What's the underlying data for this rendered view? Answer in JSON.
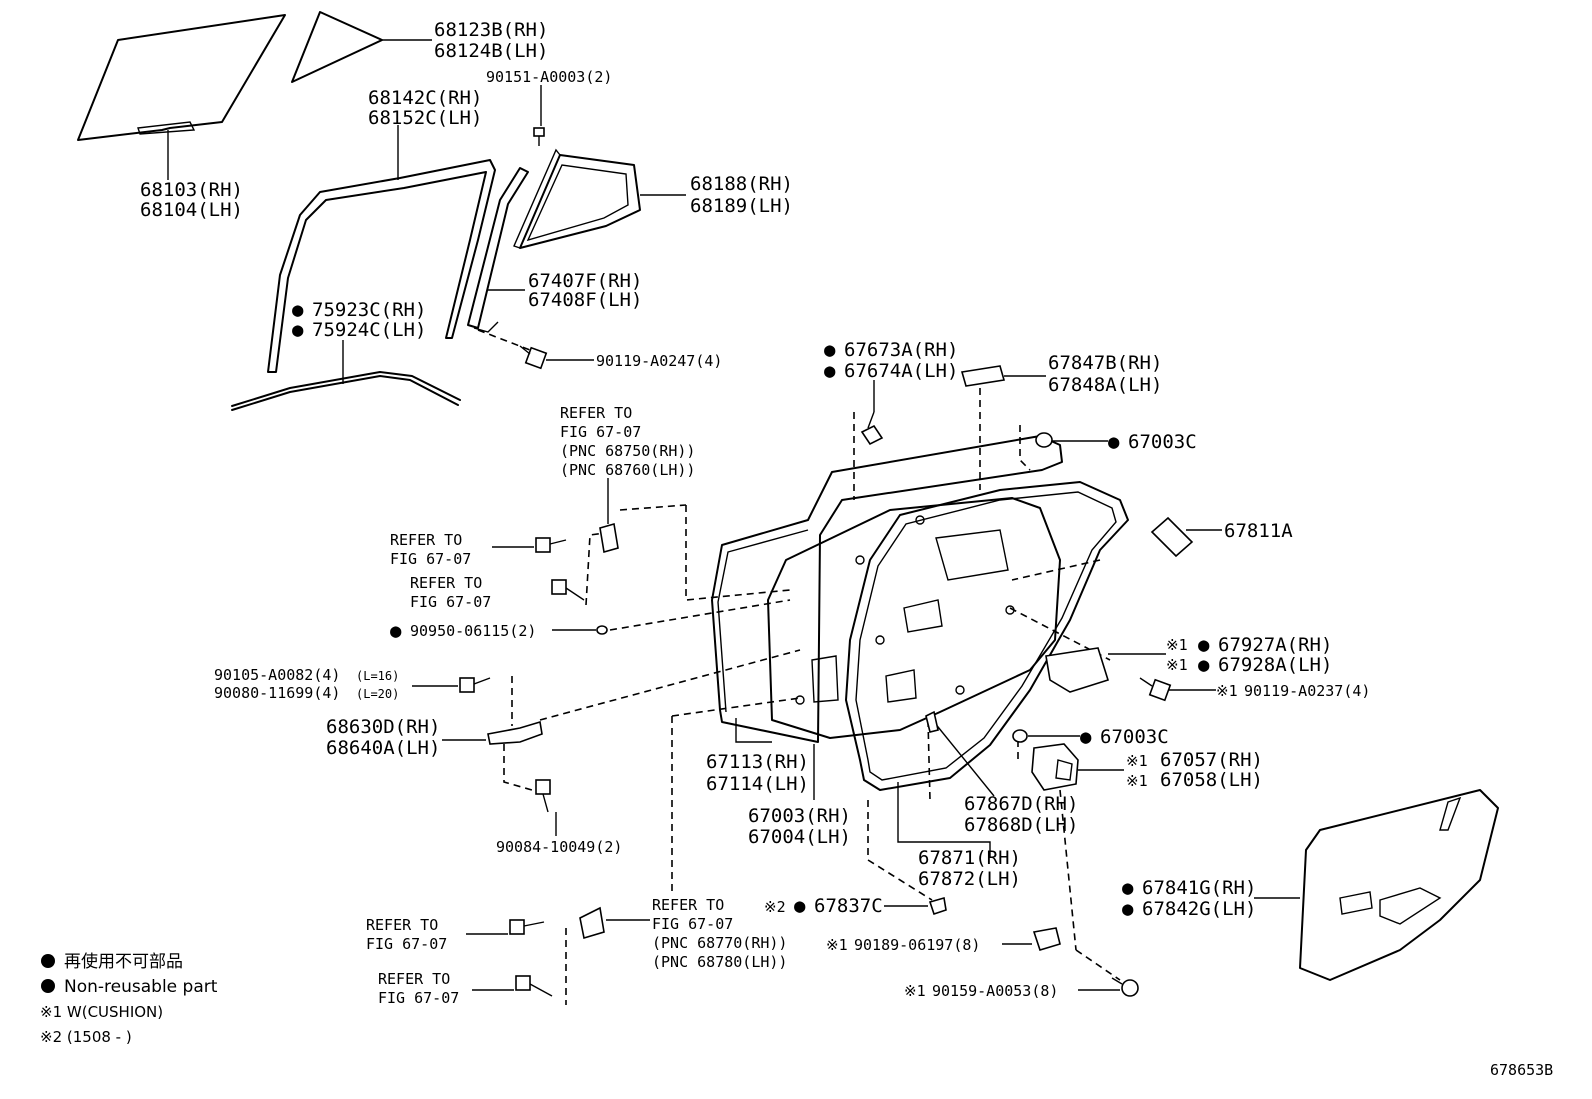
{
  "labels": {
    "p68123B": "68123B(RH)",
    "p68124B": "68124B(LH)",
    "p90151": "90151-A0003(2)",
    "p68142C": "68142C(RH)",
    "p68152C": "68152C(LH)",
    "p68103": "68103(RH)",
    "p68104": "68104(LH)",
    "p68188": "68188(RH)",
    "p68189": "68189(LH)",
    "p67407F": "67407F(RH)",
    "p67408F": "67408F(LH)",
    "p75923C": "75923C(RH)",
    "p75924C": "75924C(LH)",
    "p90119_0247": "90119-A0247(4)",
    "p67673A": "67673A(RH)",
    "p67674A": "67674A(LH)",
    "p67847B": "67847B(RH)",
    "p67848A": "67848A(LH)",
    "p67003C_top": "67003C",
    "p67811A": "67811A",
    "p67927A": "67927A(RH)",
    "p67928A": "67928A(LH)",
    "p90119_0237": "90119-A0237(4)",
    "p67003C_mid": "67003C",
    "p67057": "67057(RH)",
    "p67058": "67058(LH)",
    "p67867D": "67867D(RH)",
    "p67868D": "67868D(LH)",
    "p67871": "67871(RH)",
    "p67872": "67872(LH)",
    "p67113": "67113(RH)",
    "p67114": "67114(LH)",
    "p67003_rh": "67003(RH)",
    "p67004_lh": "67004(LH)",
    "p67837C": "67837C",
    "p90189": "90189-06197(8)",
    "p90159": "90159-A0053(8)",
    "p67841G": "67841G(RH)",
    "p67842G": "67842G(LH)",
    "p90950": "90950-06115(2)",
    "p90105": "90105-A0082(4)",
    "p90105_len": "(L=16)",
    "p90080": "90080-11699(4)",
    "p90080_len": "(L=20)",
    "p68630D": "68630D(RH)",
    "p68640A": "68640A(LH)",
    "p90084": "90084-10049(2)"
  },
  "markers": {
    "nonreusable": "●",
    "note1": "※1",
    "note2": "※2"
  },
  "refer_notes": {
    "refer_to": "REFER TO",
    "fig": "FIG 67-07",
    "pnc_68750": "(PNC 68750(RH))",
    "pnc_68760": "(PNC 68760(LH))",
    "pnc_68770": "(PNC 68770(RH))",
    "pnc_68780": "(PNC 68780(LH))"
  },
  "legend": {
    "jp_label": "再使用不可部品",
    "en_label": "Non-reusable part",
    "note1_text": "※1 W(CUSHION)",
    "note2_text": "※2 (1508 -      )"
  },
  "figure_id": "678653B"
}
